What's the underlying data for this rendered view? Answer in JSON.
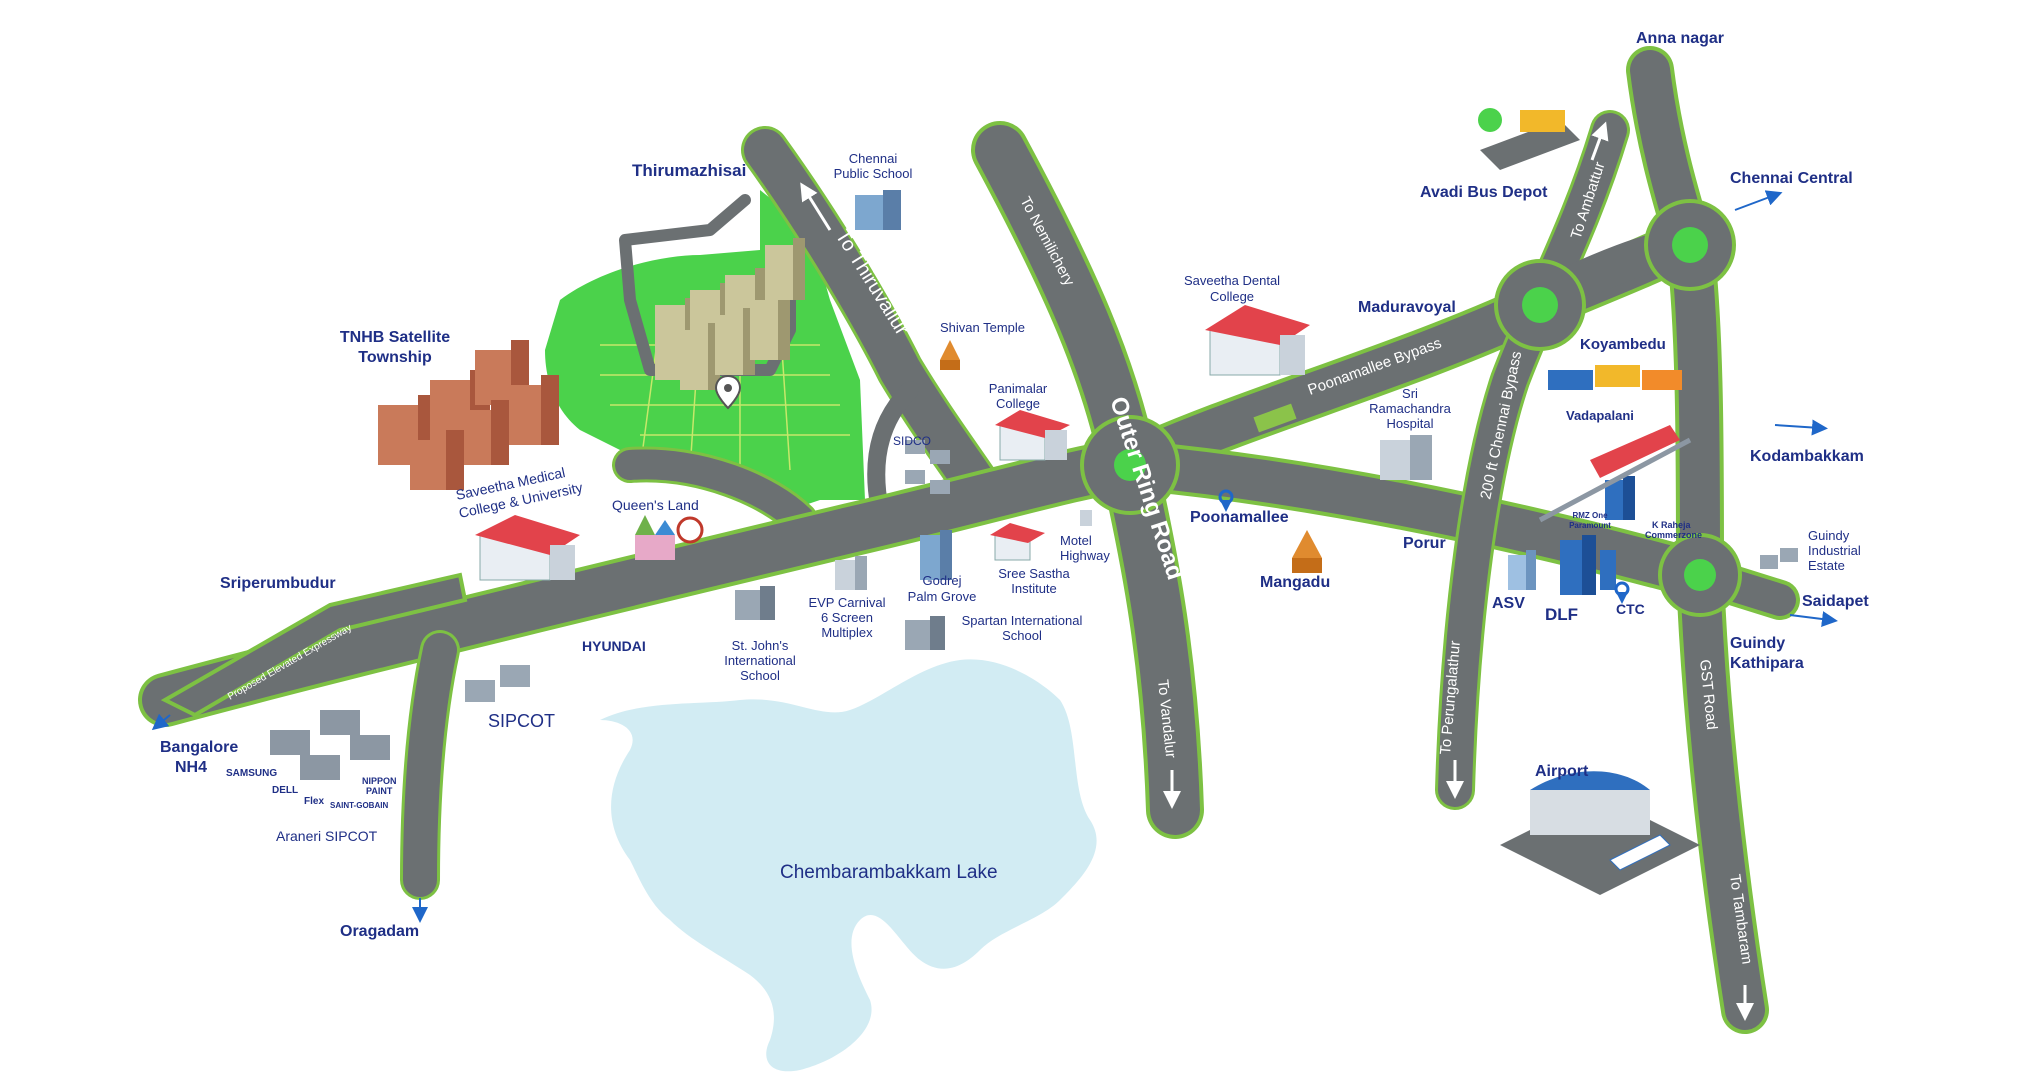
{
  "lake": {
    "name": "Chembarambakkam Lake"
  },
  "roads": {
    "outer_ring_road": "Outer Ring Road",
    "to_nemilichery": "To Nemilichery",
    "to_vandalur": "To Vandalur",
    "to_thiruvallur": "To Thiruvallur",
    "poonamallee_bypass": "Poonamallee Bypass",
    "chennai_bypass": "200 ft Chennai Bypass",
    "to_ambattur": "To Ambattur",
    "to_perungalathur": "To Perungalathur",
    "gst_road": "GST Road",
    "to_tambaram": "To Tambaram",
    "elevated_expressway": "Proposed Elevated Expressway"
  },
  "places": {
    "thirumazhisai": "Thirumazhisai",
    "chennai_public_school": [
      "Chennai",
      "Public School"
    ],
    "tnhb": [
      "TNHB Satellite",
      "Township"
    ],
    "shivan_temple": "Shivan Temple",
    "saveetha_dental": [
      "Saveetha Dental",
      "College"
    ],
    "maduravoyal": "Maduravoyal",
    "avadi_bus_depot": "Avadi Bus Depot",
    "anna_nagar": "Anna nagar",
    "chennai_central": "Chennai Central",
    "koyambedu": "Koyambedu",
    "vadapalani": "Vadapalani",
    "kodambakkam": "Kodambakkam",
    "panimalar": [
      "Panimalar",
      "College"
    ],
    "sidco": "SIDCO",
    "sri_ramachandra": [
      "Sri",
      "Ramachandra",
      "Hospital"
    ],
    "saveetha_medical": [
      "Saveetha Medical",
      "College & University"
    ],
    "queens_land": "Queen's Land",
    "poonamallee": "Poonamallee",
    "porur": "Porur",
    "mangadu": "Mangadu",
    "rmz": [
      "RMZ One",
      "Paramount"
    ],
    "k_raheja": [
      "K Raheja",
      "Commerzone"
    ],
    "guindy_estate": [
      "Guindy",
      "Industrial",
      "Estate"
    ],
    "saidapet": "Saidapet",
    "sriperumbudur": "Sriperumbudur",
    "motel_highway": [
      "Motel",
      "Highway"
    ],
    "sree_sastha": [
      "Sree Sastha",
      "Institute"
    ],
    "godrej": [
      "Godrej",
      "Palm Grove"
    ],
    "evp": [
      "EVP Carnival",
      "6 Screen",
      "Multiplex"
    ],
    "spartan": [
      "Spartan International",
      "School"
    ],
    "st_johns": [
      "St. John's",
      "International",
      "School"
    ],
    "hyundai": "HYUNDAI",
    "asv": "ASV",
    "dlf": "DLF",
    "ctc": "CTC",
    "guindy_kathipara": [
      "Guindy",
      "Kathipara"
    ],
    "sipcot": "SIPCOT",
    "bangalore": [
      "Bangalore",
      "NH4"
    ],
    "samsung": "SAMSUNG",
    "dell": "DELL",
    "flex": "Flex",
    "nippon": [
      "NIPPON",
      "PAINT"
    ],
    "saint_gobain": "SAINT-GOBAIN",
    "araneri": "Araneri SIPCOT",
    "oragadam": "Oragadam",
    "airport": "Airport"
  },
  "colors": {
    "road": "#6b7072",
    "road_edge": "#7dc143",
    "site": "#4bd24b",
    "lake": "#d2ecf3",
    "label": "#1f2f86",
    "pin": "#1f67c9"
  }
}
